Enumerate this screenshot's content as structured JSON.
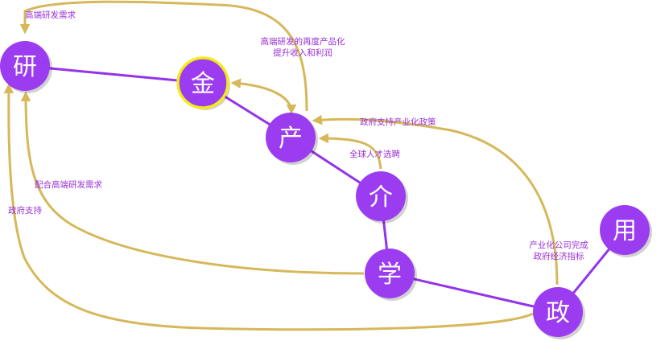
{
  "nodes": {
    "yan": "研",
    "jin": "金",
    "chan": "产",
    "jie": "介",
    "xue": "学",
    "zheng": "政",
    "yong": "用"
  },
  "labels": {
    "high_end_demand_top": "高端研发需求",
    "reindustrialize_line1": "高端研发的再度产品化",
    "reindustrialize_line2": "提升收入和利润",
    "gov_policy": "政府支持产业化政策",
    "global_talent": "全球人才选聘",
    "match_demand": "配合高端研发需求",
    "gov_support": "政府支持",
    "complete_line1": "产业化公司完成",
    "complete_line2": "政府经济指标"
  },
  "colors": {
    "node": "#9b3cf0",
    "edge": "#9433e8",
    "arc": "#d6b85a",
    "highlight": "#f2ec1a",
    "label": "#9a2fd6"
  }
}
